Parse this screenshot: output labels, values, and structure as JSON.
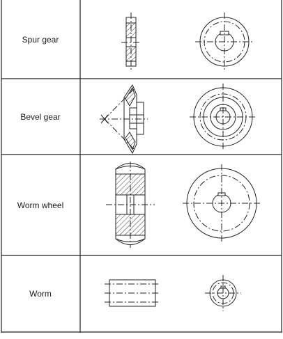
{
  "rows": [
    {
      "label": "Spur gear"
    },
    {
      "label": "Bevel gear"
    },
    {
      "label": "Worm wheel"
    },
    {
      "label": "Worm"
    }
  ]
}
